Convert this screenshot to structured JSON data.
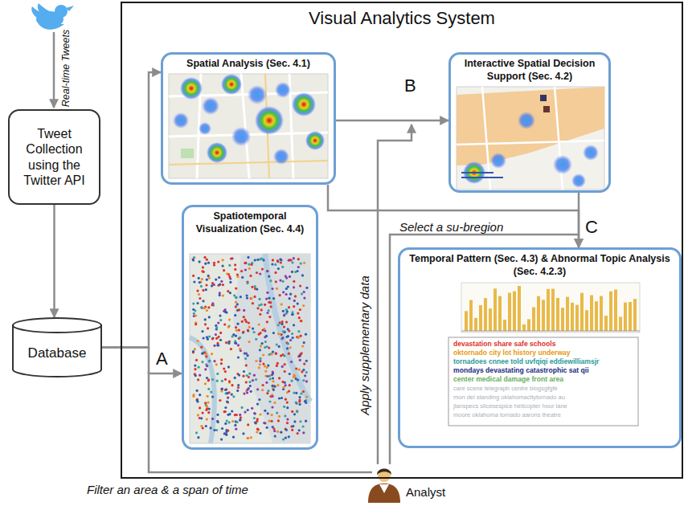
{
  "diagram": {
    "nodes": [
      {
        "text": [
          "Tweet Collection using the Twitter API"
        ]
      },
      {
        "text": [
          "Database"
        ]
      },
      {
        "text": [
          "Visual Analytics System"
        ]
      },
      {
        "text": [
          "Spatial Analysis (Sec. 4.1)"
        ],
        "in": 2
      },
      {
        "text": [
          "Interactive Spatial Decision Support (Sec. 4.2)"
        ],
        "in": 2
      },
      {
        "text": [
          "Spatiotemporal Visualization (Sec. 4.4)"
        ],
        "in": 2
      },
      {
        "text": [
          "Temporal Pattern (Sec. 4.3) & Abnormal Topic Analysis (Sec. 4.2.3)"
        ],
        "in": 2
      }
    ],
    "edges": [
      {
        "from": 0,
        "to": 1,
        "arrow": "to"
      },
      {
        "from": 1,
        "to": 3,
        "arrow": "to"
      },
      {
        "from": 1,
        "to": 5,
        "arrow": "to"
      },
      {
        "from": 3,
        "to": 4,
        "arrow": "to"
      },
      {
        "from": 3,
        "to": 6,
        "arrow": "to"
      },
      {
        "from": 4,
        "to": 6,
        "arrow": "to"
      }
    ],
    "labels": [
      "Real-time Tweets",
      "A",
      "B",
      "Select a su-bregion",
      "C",
      "Apply supplementary data",
      "devastation share safe schools",
      "oktornado city lot history underway",
      "tornadoes cnnee told uvfqiqi eddiewilliamsjr",
      "mondays devastating catastrophic sat qii",
      "center medical damage front area",
      "care scene telegraph centre blogsgfgfe",
      "mon del standing oklahomacitytornado au",
      "jlanspecs slicesespice helicopter hour lane",
      "moore oklahoma tornado aarons theatre",
      "Filter an area & a span of time",
      "Analyst"
    ]
  }
}
